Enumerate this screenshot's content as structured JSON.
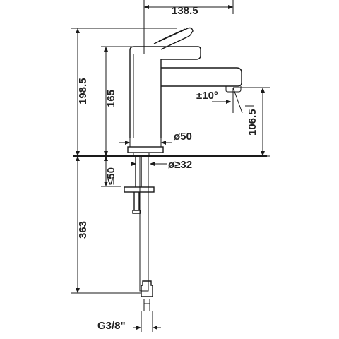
{
  "drawing": {
    "dimensions": {
      "reach": "138.5",
      "total_height_above_deck": "198.5",
      "spout_height": "165",
      "outlet_height": "106.5",
      "body_diameter": "ø50",
      "hole_diameter": "ø≥32",
      "deck_thickness": "≤50",
      "hose_length": "363",
      "connection_thread": "G3/8\"",
      "aerator_angle": "±10°"
    },
    "colors": {
      "line": "#1a1a1a",
      "text": "#222222",
      "background": "#ffffff"
    }
  }
}
